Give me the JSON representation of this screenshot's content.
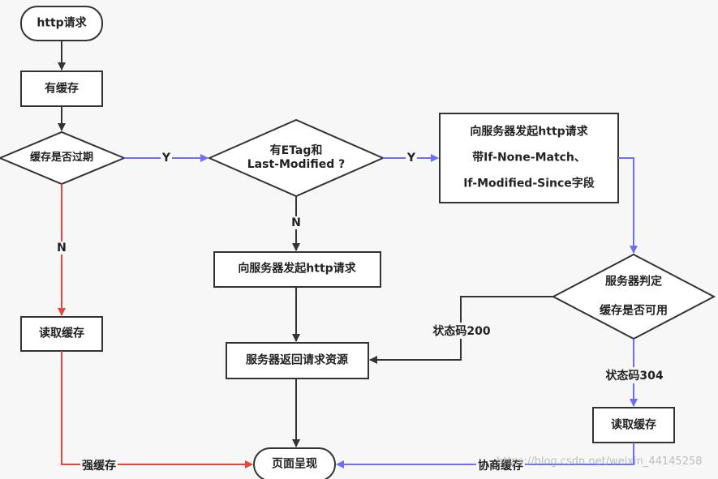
{
  "nodes": {
    "http_request": "http请求",
    "has_cache": "有缓存",
    "cache_expired": "缓存是否过期",
    "has_etag_line1": "有ETag和",
    "has_etag_line2": "Last-Modified ?",
    "send_conditional_line1": "向服务器发起http请求",
    "send_conditional_line2": "带If-None-Match、",
    "send_conditional_line3": "If-Modified-Since字段",
    "send_request": "向服务器发起http请求",
    "read_cache_left": "读取缓存",
    "server_judge_line1": "服务器判定",
    "server_judge_line2": "缓存是否可用",
    "server_return": "服务器返回请求资源",
    "read_cache_right": "读取缓存",
    "page_render": "页面呈现"
  },
  "edges": {
    "expired_yes": "Y",
    "expired_no": "N",
    "etag_yes": "Y",
    "etag_no": "N",
    "status_200": "状态码200",
    "status_304": "状态码304",
    "strong_cache": "强缓存",
    "negotiated_cache": "协商缓存"
  },
  "watermark": "https://blog.csdn.net/weixin_44145258",
  "colors": {
    "black_arrow": "#333333",
    "blue_arrow": "#6d6ef0",
    "red_arrow": "#e8463a"
  }
}
